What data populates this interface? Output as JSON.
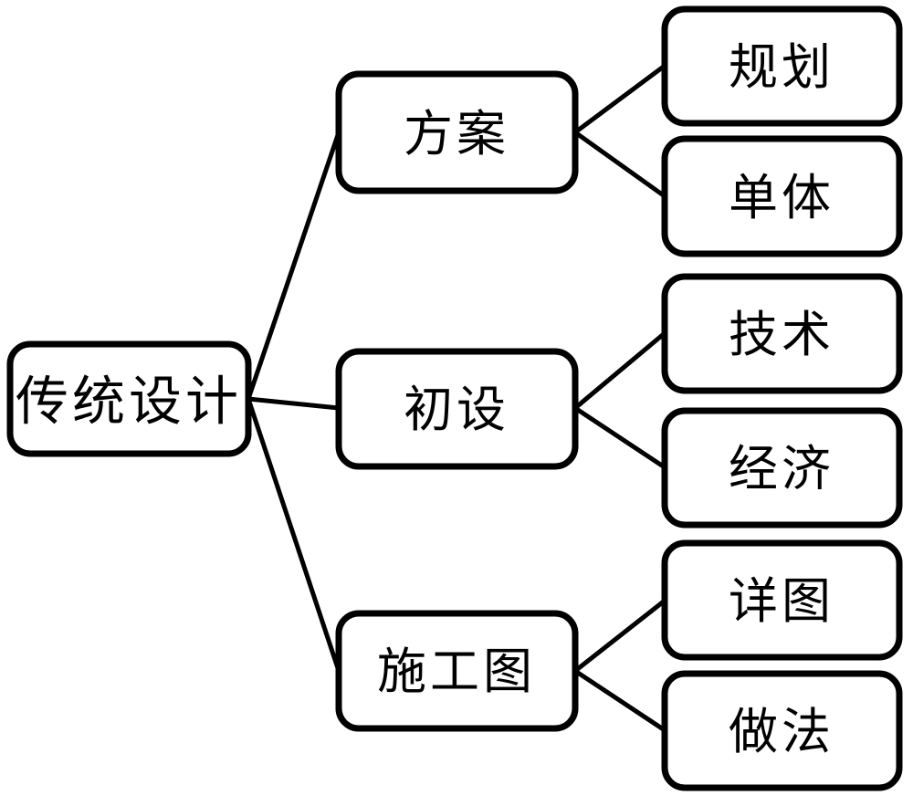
{
  "diagram": {
    "type": "tree",
    "orientation": "left-to-right",
    "title": "传统设计",
    "style": {
      "background": "#ffffff",
      "box_fill": "#ffffff",
      "box_stroke": "#000000",
      "edge_stroke": "#000000",
      "text_color": "#000000"
    },
    "root": {
      "id": "root",
      "label": "传统设计"
    },
    "branches": [
      {
        "id": "branch-fangan",
        "label": "方案",
        "children": [
          {
            "id": "leaf-guihua",
            "label": "规划"
          },
          {
            "id": "leaf-danti",
            "label": "单体"
          }
        ]
      },
      {
        "id": "branch-chushe",
        "label": "初设",
        "children": [
          {
            "id": "leaf-jishu",
            "label": "技术"
          },
          {
            "id": "leaf-jingji",
            "label": "经济"
          }
        ]
      },
      {
        "id": "branch-shigongtu",
        "label": "施工图",
        "children": [
          {
            "id": "leaf-xiangtu",
            "label": "详图"
          },
          {
            "id": "leaf-zuofa",
            "label": "做法"
          }
        ]
      }
    ],
    "edges": [
      {
        "id": "edge-root-fangan",
        "from": "传统设计",
        "to": "方案"
      },
      {
        "id": "edge-root-chushe",
        "from": "传统设计",
        "to": "初设"
      },
      {
        "id": "edge-root-shigongtu",
        "from": "传统设计",
        "to": "施工图"
      },
      {
        "id": "edge-fangan-guihua",
        "from": "方案",
        "to": "规划"
      },
      {
        "id": "edge-fangan-danti",
        "from": "方案",
        "to": "单体"
      },
      {
        "id": "edge-chushe-jishu",
        "from": "初设",
        "to": "技术"
      },
      {
        "id": "edge-chushe-jingji",
        "from": "初设",
        "to": "经济"
      },
      {
        "id": "edge-shigongtu-xiangtu",
        "from": "施工图",
        "to": "详图"
      },
      {
        "id": "edge-shigongtu-zuofa",
        "from": "施工图",
        "to": "做法"
      }
    ]
  }
}
